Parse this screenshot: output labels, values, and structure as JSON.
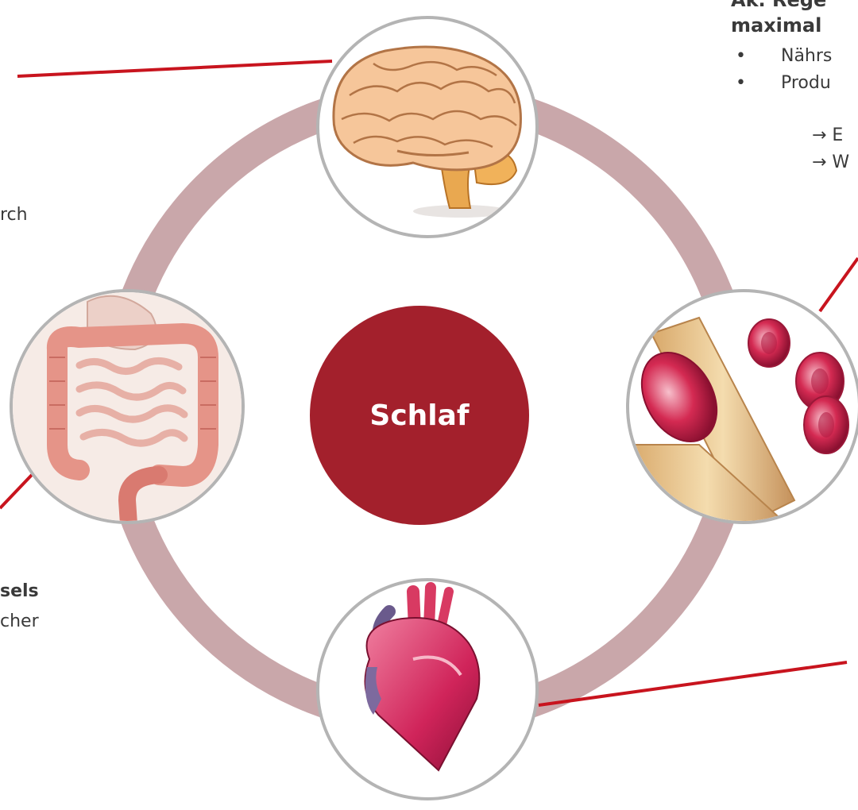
{
  "center": {
    "label": "Schlaf"
  },
  "right_text": {
    "heading_line1": "Ak. Rege",
    "heading_line2": "maximal",
    "bullets": [
      "Nährs",
      "Produ"
    ],
    "arrows": [
      "→ E",
      "→ W"
    ]
  },
  "left_text": {
    "line1": "rch",
    "line2_bold": "sels",
    "line3": "cher"
  },
  "organs": {
    "top": "brain-icon",
    "left": "intestine-icon",
    "right": "blood-cells-icon",
    "bottom": "heart-icon"
  },
  "colors": {
    "ring": "#c9a7aa",
    "center": "#a3202c",
    "connector": "#c8141e",
    "circle_border": "#b4b4b4"
  }
}
